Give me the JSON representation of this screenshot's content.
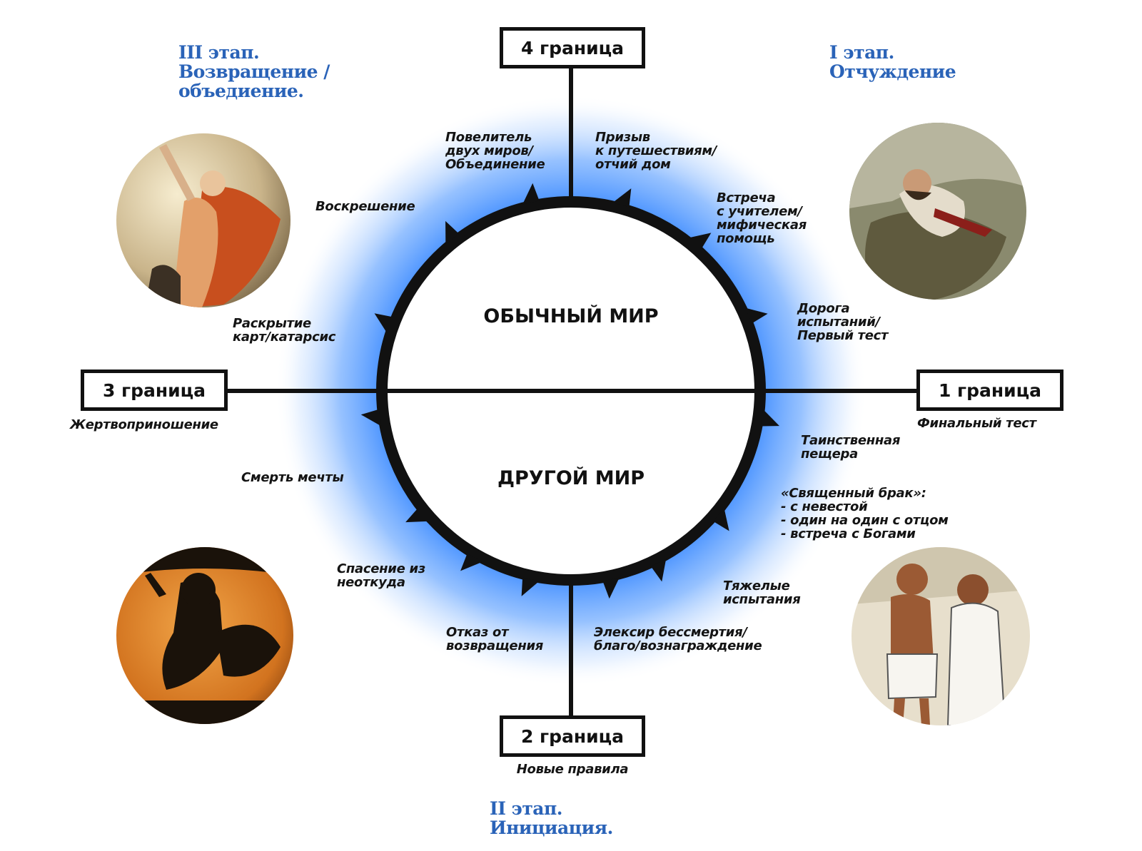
{
  "colors": {
    "stage_text": "#2a63b8",
    "glow": "#3d8bff",
    "ink": "#111111"
  },
  "stages": {
    "stage1": "I этап.\nОтчуждение",
    "stage2": "II этап.\nИнициация.",
    "stage3": "III этап.\nВозвращение /\nобъедиение."
  },
  "worlds": {
    "ordinary": "ОБЫЧНЫЙ МИР",
    "other": "ДРУГОЙ МИР"
  },
  "borders": {
    "b1": "1 граница",
    "b2": "2 граница",
    "b3": "3 граница",
    "b4": "4 граница"
  },
  "border_captions": {
    "b1": "Финальный тест",
    "b2": "Новые правила",
    "b3": "Жертвоприношение"
  },
  "steps": {
    "call": "Призыв\nк путешествиям/\nотчий дом",
    "mentor": "Встреча\nс учителем/\nмифическая\nпомощь",
    "road": "Дорога\nиспытаний/\nПервый тест",
    "cave": "Таинственная\nпещера",
    "marriage": "«Священный брак»:\n- с невестой\n- один на один с отцом\n- встреча с Богами",
    "trials": "Тяжелые\nиспытания",
    "elixir": "Элексир бессмертия/\nблаго/вознаграждение",
    "refusal": "Отказ от\nвозвращения",
    "rescue": "Спасение из\nнеоткуда",
    "death": "Смерть мечты",
    "catharsis": "Раскрытие\nкарт/катарсис",
    "resurrection": "Воскрешение",
    "master": "Повелитель\nдвух миров/\nОбъединение"
  },
  "images": {
    "top_left": "prometheus-painting",
    "top_right": "sleeping-hero-painting",
    "bottom_left": "greek-vase-painting",
    "bottom_right": "greek-teacher-painting"
  }
}
